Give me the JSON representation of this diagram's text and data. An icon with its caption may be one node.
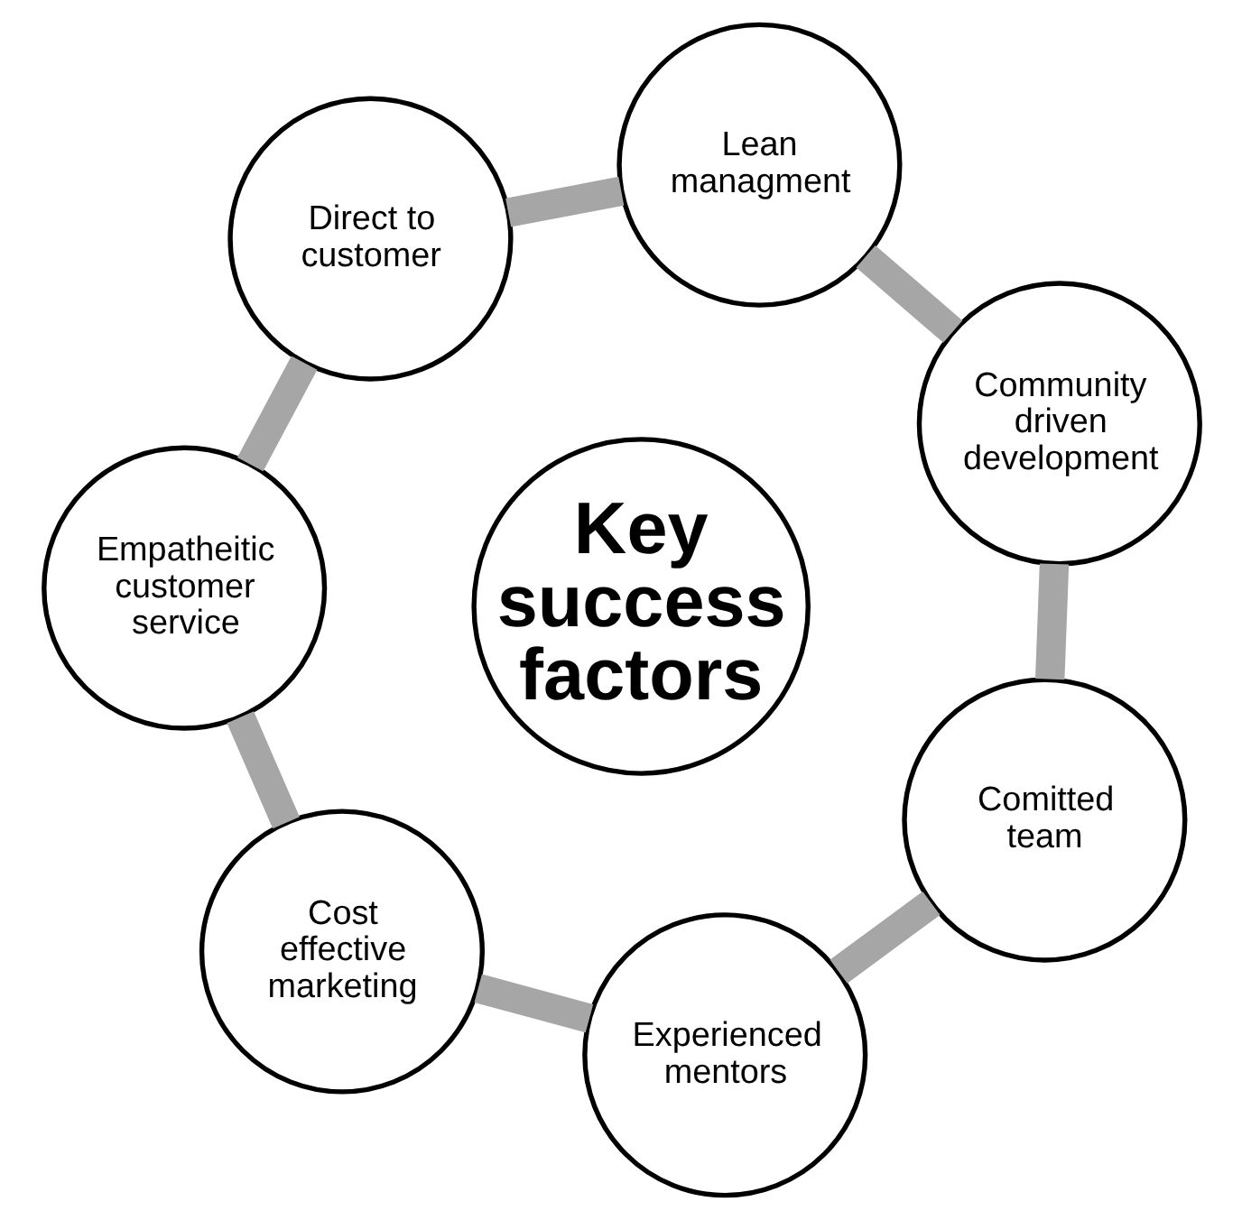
{
  "diagram": {
    "nodes": [
      {
        "text": [
          "Key success factors"
        ]
      },
      {
        "text": [
          "Comitted team"
        ]
      },
      {
        "text": [
          "Community driven development"
        ]
      },
      {
        "text": [
          "Lean managment"
        ]
      },
      {
        "text": [
          "Direct to customer"
        ]
      },
      {
        "text": [
          "Empatheitic customer service"
        ]
      },
      {
        "text": [
          "Cost effective marketing"
        ]
      },
      {
        "text": [
          "Experienced mentors"
        ]
      }
    ],
    "edges": [
      {
        "from": 1,
        "to": 2,
        "arrow": "none"
      },
      {
        "from": 2,
        "to": 3,
        "arrow": "none"
      },
      {
        "from": 3,
        "to": 4,
        "arrow": "none"
      },
      {
        "from": 4,
        "to": 5,
        "arrow": "none"
      },
      {
        "from": 5,
        "to": 6,
        "arrow": "none"
      },
      {
        "from": 6,
        "to": 7,
        "arrow": "none"
      },
      {
        "from": 7,
        "to": 1,
        "arrow": "none"
      }
    ]
  }
}
